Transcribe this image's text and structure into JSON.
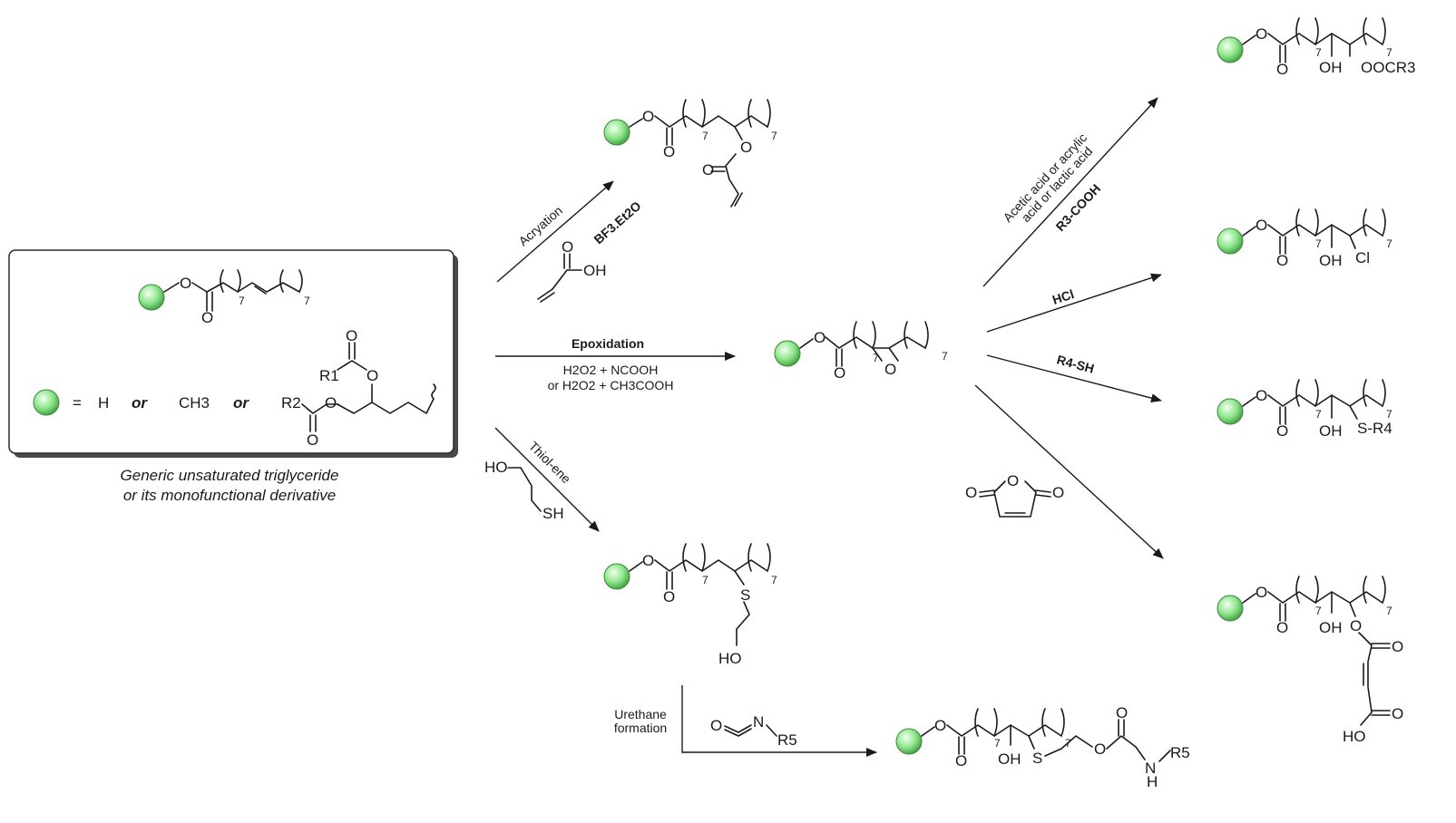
{
  "legend": {
    "r_group_eq": "=",
    "h": "H",
    "or": "or",
    "ch3": "CH3",
    "r1": "R1",
    "r2": "R2",
    "caption_line1": "Generic unsaturated triglyceride",
    "caption_line2": "or its monofunctional derivative"
  },
  "reactions": {
    "acrylation": {
      "name": "Acryation",
      "catalyst": "BF3.Et2O"
    },
    "epoxidation": {
      "name": "Epoxidation",
      "reagent_line1": "H2O2 + NCOOH",
      "reagent_line2": "or H2O2 + CH3COOH"
    },
    "thiol_ene": {
      "name": "Thiol-ene",
      "reagent_ho": "HO",
      "reagent_sh": "SH"
    },
    "acid_opening": {
      "note_line1": "Acetic acid or acrylic",
      "note_line2": "acid or lactic acid",
      "reagent": "R3-COOH"
    },
    "hcl": {
      "reagent": "HCl"
    },
    "thiol": {
      "reagent": "R4-SH"
    },
    "urethane": {
      "name_line1": "Urethane",
      "name_line2": "formation",
      "reagent_r": "R5"
    }
  },
  "products": {
    "ooc_r3": "OOCR3",
    "cl": "Cl",
    "s_r4": "S-R4",
    "oh": "OH",
    "ho": "HO",
    "r5": "R5"
  },
  "atoms": {
    "o": "O",
    "s": "S",
    "n": "N",
    "h": "H",
    "repeat": "7"
  },
  "colors": {
    "glycerol_node": "#8ee68c",
    "ink": "#1a1a1a"
  }
}
